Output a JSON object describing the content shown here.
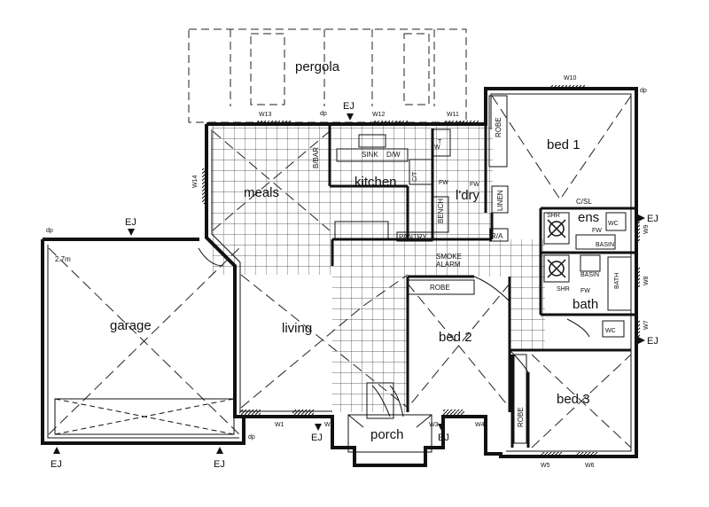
{
  "rooms": {
    "pergola": "pergola",
    "meals": "meals",
    "kitchen": "kitchen",
    "laundry": "l'dry",
    "bed1": "bed 1",
    "garage": "garage",
    "living": "living",
    "bed2": "bed 2",
    "bed3": "bed 3",
    "porch": "porch",
    "ens": "ens",
    "bath": "bath"
  },
  "fixtures": {
    "sink": "SINK",
    "dw": "D/W",
    "bbar": "B/BAR",
    "pantry": "PANTRY",
    "bench": "BENCH",
    "linen": "LINEN",
    "robe_bed1": "ROBE",
    "robe_bed2": "ROBE",
    "robe_bed3": "ROBE",
    "ra": "R/A",
    "smoke": "SMOKE",
    "alarm": "ALARM",
    "csl": "C/SL",
    "shr_ens": "SHR",
    "shr_bath": "SHR",
    "wc_ens": "WC",
    "wc_bath": "WC",
    "basin_ens": "BASIN",
    "basin_bath": "BASIN",
    "bath_tub": "BATH",
    "fw1": "FW",
    "fw2": "FW",
    "fw3": "FW",
    "fw4": "FW",
    "ct": "C/T",
    "tub_t": "T",
    "w_mark": "W",
    "dp1": "dp",
    "dp2": "dp",
    "dp3": "dp",
    "dp4": "dp",
    "dim_27": "2.7m"
  },
  "windows": {
    "w1": "W1",
    "w2": "W2",
    "w3": "W3",
    "w4": "W4",
    "w5": "W5",
    "w6": "W6",
    "w7": "W7",
    "w8": "W8",
    "w9": "W9",
    "w10": "W10",
    "w11": "W11",
    "w12": "W12",
    "w13": "W13",
    "w14": "W14"
  },
  "ej_label": "EJ",
  "colors": {
    "ink": "#111111",
    "paper": "#ffffff"
  }
}
